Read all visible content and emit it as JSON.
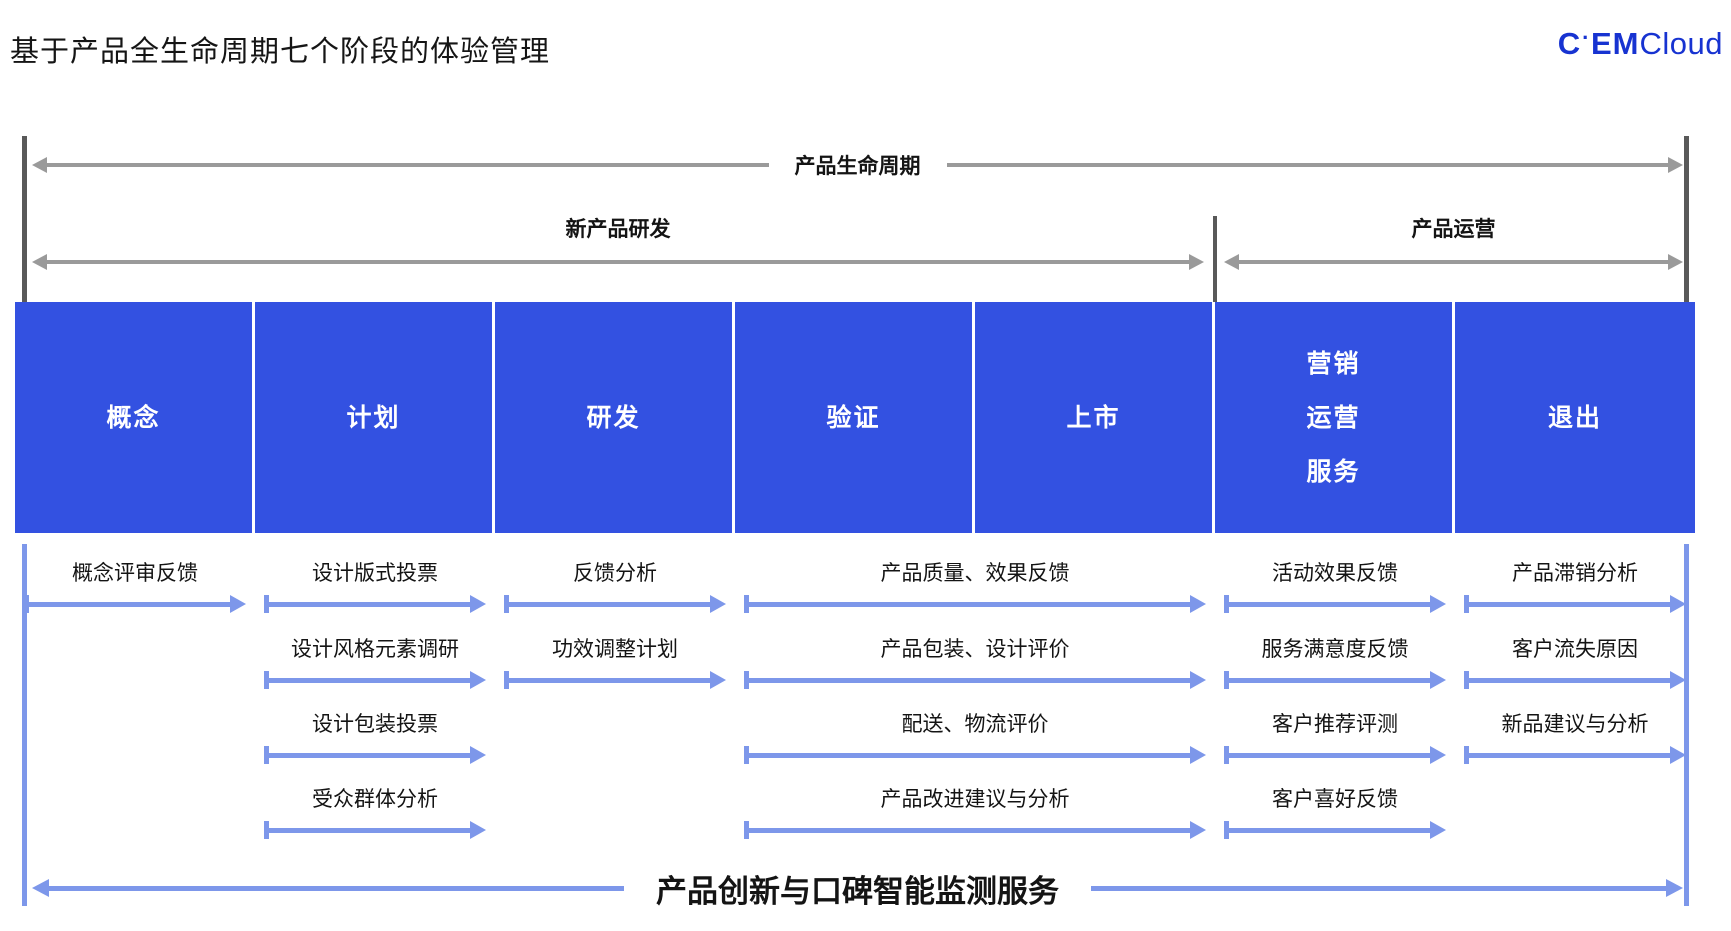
{
  "title": "基于产品全生命周期七个阶段的体验管理",
  "logo": {
    "brand_c": "C",
    "brand_dot": "·",
    "brand_em": "EM",
    "brand_suffix": "Cloud",
    "color": "#1733d1"
  },
  "colors": {
    "stage_blue": "#3351e1",
    "arrow_blue": "#7d97ea",
    "line_gray": "#9a9a9a",
    "bar_gray": "#595959"
  },
  "top_timeline": {
    "lifecycle_label": "产品生命周期",
    "left_phase_label": "新产品研发",
    "right_phase_label": "产品运营"
  },
  "stages": [
    {
      "label": "概念"
    },
    {
      "label": "计划"
    },
    {
      "label": "研发"
    },
    {
      "label": "验证"
    },
    {
      "label": "上市"
    },
    {
      "lines": [
        "营销",
        "运营",
        "服务"
      ]
    },
    {
      "label": "退出"
    }
  ],
  "feedback_rows": [
    {
      "items": [
        {
          "col": 0,
          "span": 1,
          "label": "概念评审反馈"
        },
        {
          "col": 1,
          "span": 1,
          "label": "设计版式投票"
        },
        {
          "col": 2,
          "span": 1,
          "label": "反馈分析"
        },
        {
          "col": 3,
          "span": 2,
          "label": "产品质量、效果反馈"
        },
        {
          "col": 5,
          "span": 1,
          "label": "活动效果反馈"
        },
        {
          "col": 6,
          "span": 1,
          "label": "产品滞销分析"
        }
      ]
    },
    {
      "items": [
        {
          "col": 1,
          "span": 1,
          "label": "设计风格元素调研"
        },
        {
          "col": 2,
          "span": 1,
          "label": "功效调整计划"
        },
        {
          "col": 3,
          "span": 2,
          "label": "产品包装、设计评价"
        },
        {
          "col": 5,
          "span": 1,
          "label": "服务满意度反馈"
        },
        {
          "col": 6,
          "span": 1,
          "label": "客户流失原因"
        }
      ]
    },
    {
      "items": [
        {
          "col": 1,
          "span": 1,
          "label": "设计包装投票"
        },
        {
          "col": 3,
          "span": 2,
          "label": "配送、物流评价"
        },
        {
          "col": 5,
          "span": 1,
          "label": "客户推荐评测"
        },
        {
          "col": 6,
          "span": 1,
          "label": "新品建议与分析"
        }
      ]
    },
    {
      "items": [
        {
          "col": 1,
          "span": 1,
          "label": "受众群体分析"
        },
        {
          "col": 3,
          "span": 2,
          "label": "产品改进建议与分析"
        },
        {
          "col": 5,
          "span": 1,
          "label": "客户喜好反馈"
        }
      ]
    }
  ],
  "bottom_banner": "产品创新与口碑智能监测服务"
}
